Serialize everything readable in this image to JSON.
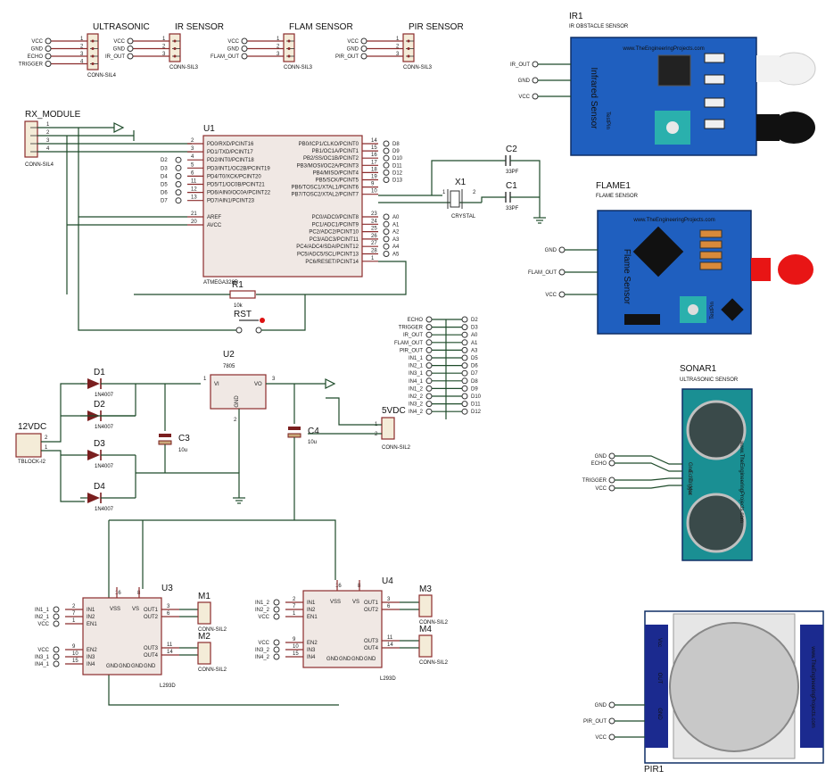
{
  "connectors": [
    {
      "title": "ULTRASONIC",
      "sub": "CONN-SIL4",
      "pins": [
        "VCC",
        "GND",
        "ECHO",
        "TRIGGER"
      ]
    },
    {
      "title": "IR SENSOR",
      "sub": "CONN-SIL3",
      "pins": [
        "VCC",
        "GND",
        "IR_OUT"
      ]
    },
    {
      "title": "FLAM SENSOR",
      "sub": "CONN-SIL3",
      "pins": [
        "VCC",
        "GND",
        "FLAM_OUT"
      ]
    },
    {
      "title": "PIR SENSOR",
      "sub": "CONN-SIL3",
      "pins": [
        "VCC",
        "GND",
        "PIR_OUT"
      ]
    }
  ],
  "rx_module": {
    "title": "RX_MODULE",
    "sub": "CONN-SIL4"
  },
  "mcu": {
    "ref": "U1",
    "part": "ATMEGA328P",
    "left_pins": [
      [
        "2",
        "PD0/RXD/PCINT16",
        ""
      ],
      [
        "3",
        "PD1/TXD/PCINT17",
        ""
      ],
      [
        "4",
        "PD2/INT0/PCINT18",
        "D2"
      ],
      [
        "5",
        "PD3/INT1/OC2B/PCINT19",
        "D3"
      ],
      [
        "6",
        "PD4/T0/XCK/PCINT20",
        "D4"
      ],
      [
        "11",
        "PD5/T1/OC0B/PCINT21",
        "D5"
      ],
      [
        "12",
        "PD6/AIN0/OC0A/PCINT22",
        "D6"
      ],
      [
        "13",
        "PD7/AIN1/PCINT23",
        "D7"
      ]
    ],
    "left_power": [
      [
        "21",
        "AREF"
      ],
      [
        "20",
        "AVCC"
      ]
    ],
    "right_pins": [
      [
        "14",
        "PB0/ICP1/CLKO/PCINT0",
        "D8"
      ],
      [
        "15",
        "PB1/OC1A/PCINT1",
        "D9"
      ],
      [
        "16",
        "PB2/SS/OC1B/PCINT2",
        "D10"
      ],
      [
        "17",
        "PB3/MOSI/OC2A/PCINT3",
        "D11"
      ],
      [
        "18",
        "PB4/MISO/PCINT4",
        "D12"
      ],
      [
        "19",
        "PB5/SCK/PCINT5",
        "D13"
      ],
      [
        "9",
        "PB6/TOSC1/XTAL1/PCINT6",
        ""
      ],
      [
        "10",
        "PB7/TOSC2/XTAL2/PCINT7",
        ""
      ]
    ],
    "analog_pins": [
      [
        "23",
        "PC0/ADC0/PCINT8",
        "A0"
      ],
      [
        "24",
        "PC1/ADC1/PCINT9",
        "A1"
      ],
      [
        "25",
        "PC2/ADC2/PCINT10",
        "A2"
      ],
      [
        "26",
        "PC3/ADC3/PCINT11",
        "A3"
      ],
      [
        "27",
        "PC4/ADC4/SDA/PCINT12",
        "A4"
      ],
      [
        "28",
        "PC5/ADC5/SCL/PCINT13",
        "A5"
      ],
      [
        "1",
        "PC6/RESET/PCINT14",
        ""
      ]
    ]
  },
  "crystal": {
    "ref": "X1",
    "part": "CRYSTAL",
    "p1": "1",
    "p2": "2"
  },
  "caps_xtal": [
    {
      "ref": "C2",
      "val": "33PF"
    },
    {
      "ref": "C1",
      "val": "33PF"
    }
  ],
  "reset": {
    "res_ref": "R1",
    "res_val": "10k",
    "btn": "RST"
  },
  "net_labels": [
    [
      "ECHO",
      "D2"
    ],
    [
      "TRIGGER",
      "D3"
    ],
    [
      "IR_OUT",
      "A0"
    ],
    [
      "FLAM_OUT",
      "A1"
    ],
    [
      "PIR_OUT",
      "A3"
    ],
    [
      "IN1_1",
      "D5"
    ],
    [
      "IN2_1",
      "D6"
    ],
    [
      "IN3_1",
      "D7"
    ],
    [
      "IN4_1",
      "D8"
    ],
    [
      "IN1_2",
      "D9"
    ],
    [
      "IN2_2",
      "D10"
    ],
    [
      "IN3_2",
      "D11"
    ],
    [
      "IN4_2",
      "D12"
    ]
  ],
  "power": {
    "regulator": {
      "ref": "U2",
      "part": "7805",
      "vi": "VI",
      "vo": "VO",
      "gnd": "GND",
      "p1": "1",
      "p3": "3",
      "p2": "2"
    },
    "diodes": [
      {
        "ref": "D1",
        "part": "1N4007"
      },
      {
        "ref": "D2",
        "part": "1N4007"
      },
      {
        "ref": "D3",
        "part": "1N4007"
      },
      {
        "ref": "D4",
        "part": "1N4007"
      }
    ],
    "c3": {
      "ref": "C3",
      "val": "10u"
    },
    "c4": {
      "ref": "C4",
      "val": "10u"
    },
    "in_block": {
      "title": "12VDC",
      "sub": "TBLOCK-I2"
    },
    "out_block": {
      "title": "5VDC",
      "sub": "CONN-SIL2"
    }
  },
  "drivers": [
    {
      "ref": "U3",
      "part": "L293D",
      "inputs": [
        "IN1_1",
        "IN2_1",
        "VCC",
        "VCC",
        "IN3_1",
        "IN4_1"
      ],
      "m1": "M1",
      "m2": "M2"
    },
    {
      "ref": "U4",
      "part": "L293D",
      "inputs": [
        "IN1_2",
        "IN2_2",
        "VCC",
        "VCC",
        "IN3_2",
        "IN4_2"
      ],
      "m1": "M3",
      "m2": "M4"
    }
  ],
  "driver_pins": {
    "left": [
      [
        "2",
        "IN1"
      ],
      [
        "7",
        "IN2"
      ],
      [
        "1",
        "EN1"
      ],
      [
        "9",
        "EN2"
      ],
      [
        "10",
        "IN3"
      ],
      [
        "15",
        "IN4"
      ]
    ],
    "top": [
      "VSS",
      "VS"
    ],
    "topn": [
      "16",
      "8"
    ],
    "right": [
      [
        "3",
        "OUT1"
      ],
      [
        "6",
        "OUT2"
      ],
      [
        "11",
        "OUT3"
      ],
      [
        "14",
        "OUT4"
      ]
    ],
    "bottom": [
      "GND",
      "GND",
      "GND",
      "GND"
    ]
  },
  "motor_conn_sub": "CONN-SIL2",
  "modules": {
    "ir": {
      "ref": "IR1",
      "desc": "IR OBSTACLE SENSOR",
      "pins": [
        "IR_OUT",
        "GND",
        "VCC"
      ],
      "site": "www.TheEngineeringProjects.com",
      "name": "Infrared Sensor",
      "pinnames": [
        "OUT",
        "GND",
        "Vcc"
      ],
      "test": "TestPin"
    },
    "flame": {
      "ref": "FLAME1",
      "desc": "FLAME SENSOR",
      "pins": [
        "GND",
        "FLAM_OUT",
        "VCC"
      ],
      "site": "www.TheEngineeringProjects.com",
      "name": "Flame Sensor",
      "pinnames": [
        "GND",
        "OUT",
        "Vcc"
      ],
      "test": "TestPin"
    },
    "sonar": {
      "ref": "SONAR1",
      "desc": "ULTRASONIC SENSOR",
      "pins": [
        "GND",
        "ECHO",
        "TRIGGER",
        "VCC"
      ],
      "site": "www.TheEngineeringProjects.com",
      "pinnames": [
        "Gnd",
        "Echo",
        "Trigger",
        "Vcc"
      ],
      "test": "TestPin"
    },
    "pir": {
      "ref": "PIR1",
      "desc": "PIR SENSOR",
      "pins": [
        "GND",
        "PIR_OUT",
        "VCC"
      ],
      "site": "www.TheEngineeringProjects.com",
      "pinnames": [
        "Vcc",
        "OUT",
        "GND"
      ],
      "test": "TestPin"
    }
  },
  "colors": {
    "wire": "#1e4b2a",
    "body_stroke": "#8b2c2c",
    "module_blue": "#1f5fbf",
    "sonar_teal": "#1a8f93",
    "pir_navy": "#1b2a8f"
  }
}
